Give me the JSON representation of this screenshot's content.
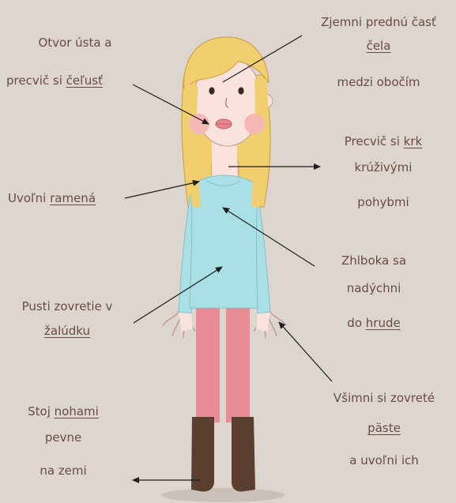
{
  "annotations": {
    "jaw": {
      "line1": "Otvor ústa a",
      "line2_prefix": "precvič si ",
      "line2_key": "čeľusť"
    },
    "forehead": {
      "line1": "Zjemni prednú časť",
      "line2_key": "čela",
      "line3": "medzi obočím"
    },
    "neck": {
      "line1_prefix": "Precvič si ",
      "line1_key": "krk",
      "line2": "krúživými",
      "line3": "pohybmi"
    },
    "shoulders": {
      "line1_prefix": "Uvoľni ",
      "line1_key": "ramená"
    },
    "chest": {
      "line1": "Zhlboka sa",
      "line2": "nadýchni",
      "line3_prefix": "do ",
      "line3_key": "hrude"
    },
    "stomach": {
      "line1": "Pusti zovretie v",
      "line2_key": "žalúdku"
    },
    "fists": {
      "line1": "Všimni si zovreté",
      "line2_key": "päste",
      "line3": "a uvoľni ich"
    },
    "feet": {
      "line1_prefix": "Stoj ",
      "line1_key": "nohami",
      "line2": "pevne",
      "line3": "na zemi"
    }
  },
  "colors": {
    "background": "#dcd6cf",
    "text": "#6a4a42",
    "hair": "#f1cf6e",
    "skin": "#fbe3dd",
    "blush": "#f6b8b4",
    "shirt": "#a9e0e6",
    "pants": "#e88b95",
    "boots": "#5a3f2f",
    "shadow": "#c9c2ba",
    "arrow": "#1d1d1d"
  }
}
